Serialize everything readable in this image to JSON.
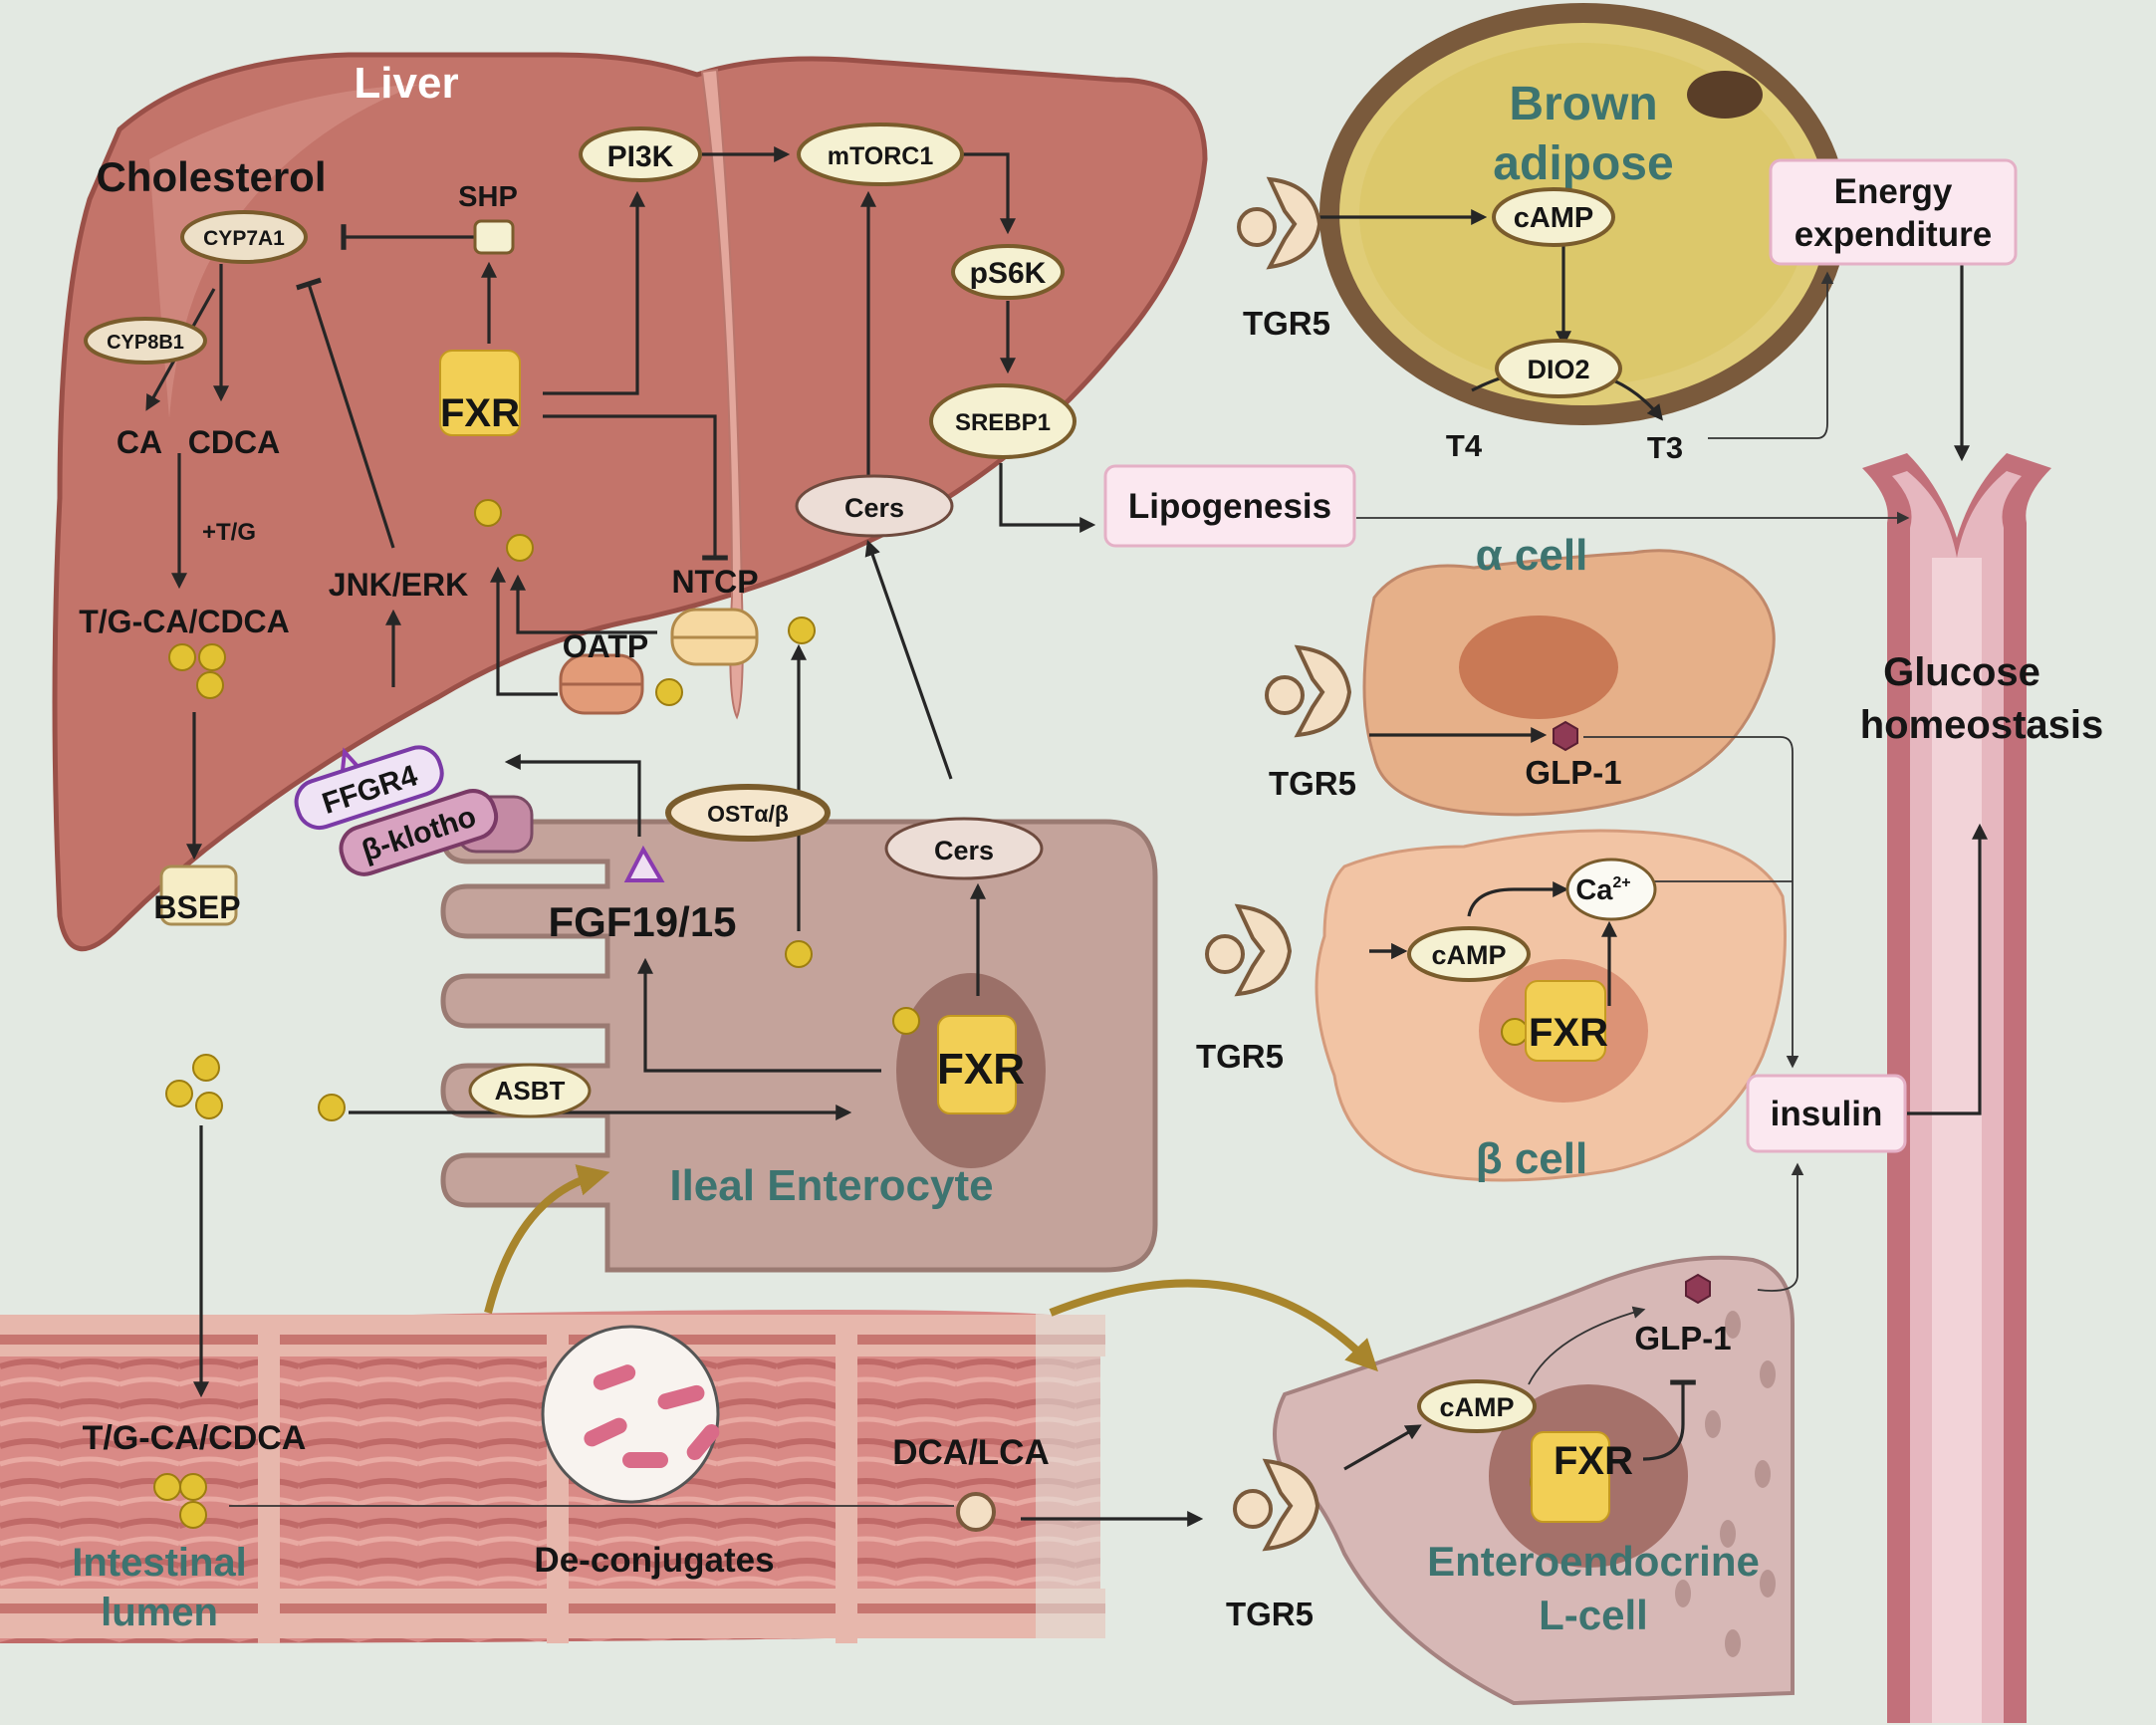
{
  "organs": {
    "liver": "Liver",
    "brown_adipose_line1": "Brown",
    "brown_adipose_line2": "adipose",
    "alpha_cell": "α cell",
    "beta_cell": "β cell",
    "ileal_enterocyte": "Ileal Enterocyte",
    "intestinal_lumen_line1": "Intestinal",
    "intestinal_lumen_line2": "lumen",
    "l_cell_line1": "Enteroendocrine",
    "l_cell_line2": "L-cell"
  },
  "liver": {
    "cholesterol": "Cholesterol",
    "cyp7a1": "CYP7A1",
    "cyp8b1": "CYP8B1",
    "shp": "SHP",
    "pi3k": "PI3K",
    "mtorc1": "mTORC1",
    "ps6k": "pS6K",
    "srebp1": "SREBP1",
    "cers": "Cers",
    "fxr": "FXR",
    "ca": "CA",
    "cdca": "CDCA",
    "plus_tg": "+T/G",
    "tg_ca_cdca": "T/G-CA/CDCA",
    "jnk_erk": "JNK/ERK",
    "ntcp": "NTCP",
    "oatp": "OATP",
    "ffgr4": "FFGR4",
    "beta_klotho": "β-klotho",
    "bsep": "BSEP"
  },
  "intestine": {
    "ost": "OSTα/β",
    "cers": "Cers",
    "fgf": "FGF19/15",
    "asbt": "ASBT",
    "fxr": "FXR",
    "tg_ca_cdca": "T/G-CA/CDCA",
    "deconjugates": "De-conjugates",
    "dca_lca": "DCA/LCA"
  },
  "adipose": {
    "tgr5": "TGR5",
    "camp": "cAMP",
    "dio2": "DIO2",
    "t4": "T4",
    "t3": "T3"
  },
  "outcomes": {
    "energy_line1": "Energy",
    "energy_line2": "expenditure",
    "lipogenesis": "Lipogenesis",
    "glucose_line1": "Glucose",
    "glucose_line2": "homeostasis",
    "insulin": "insulin"
  },
  "alpha": {
    "tgr5": "TGR5",
    "glp1": "GLP-1"
  },
  "beta": {
    "tgr5": "TGR5",
    "camp": "cAMP",
    "ca": "Ca",
    "ca_sup": "2+",
    "fxr": "FXR"
  },
  "lcell": {
    "tgr5": "TGR5",
    "camp": "cAMP",
    "glp1": "GLP-1",
    "fxr": "FXR"
  }
}
